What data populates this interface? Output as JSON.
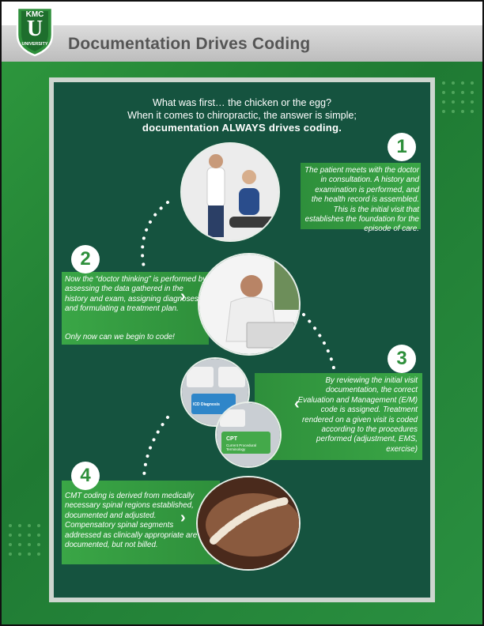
{
  "header": {
    "title": "Documentation Drives Coding"
  },
  "logo": {
    "top": "KMC",
    "letter": "U",
    "bottom": "UNIVERSITY"
  },
  "intro": {
    "line1": "What was first… the chicken or the egg?",
    "line2": "When it comes to chiropractic, the answer is simple;",
    "line3": "documentation ALWAYS drives coding."
  },
  "steps": [
    {
      "number": "1",
      "text": "The patient meets with the doctor in consultation. A history and examination is performed, and the health record is assembled. This is the initial visit that establishes the foundation for the episode of care."
    },
    {
      "number": "2",
      "text": "Now the “doctor thinking” is performed by assessing the data gathered in the history and exam, assigning diagnoses, and formulating a treatment plan.",
      "text2": "Only now can we begin to code!"
    },
    {
      "number": "3",
      "text": "By reviewing the initial visit documentation, the correct Evaluation and Management (E/M) code is assigned. Treatment rendered on a given visit is coded according to the procedures performed (adjustment, EMS, exercise)"
    },
    {
      "number": "4",
      "text": "CMT coding is derived from medically necessary spinal regions established, documented and adjusted. Compensatory spinal segments addressed as clinically appropriate are documented, but not billed."
    }
  ],
  "keys": {
    "icd": "ICD Diagnosis",
    "cpt": "CPT",
    "cpt_sub": "Current Procedural Terminology"
  },
  "colors": {
    "panel": "#15533f",
    "accent": "#2e8f3b",
    "header_text": "#555555"
  }
}
